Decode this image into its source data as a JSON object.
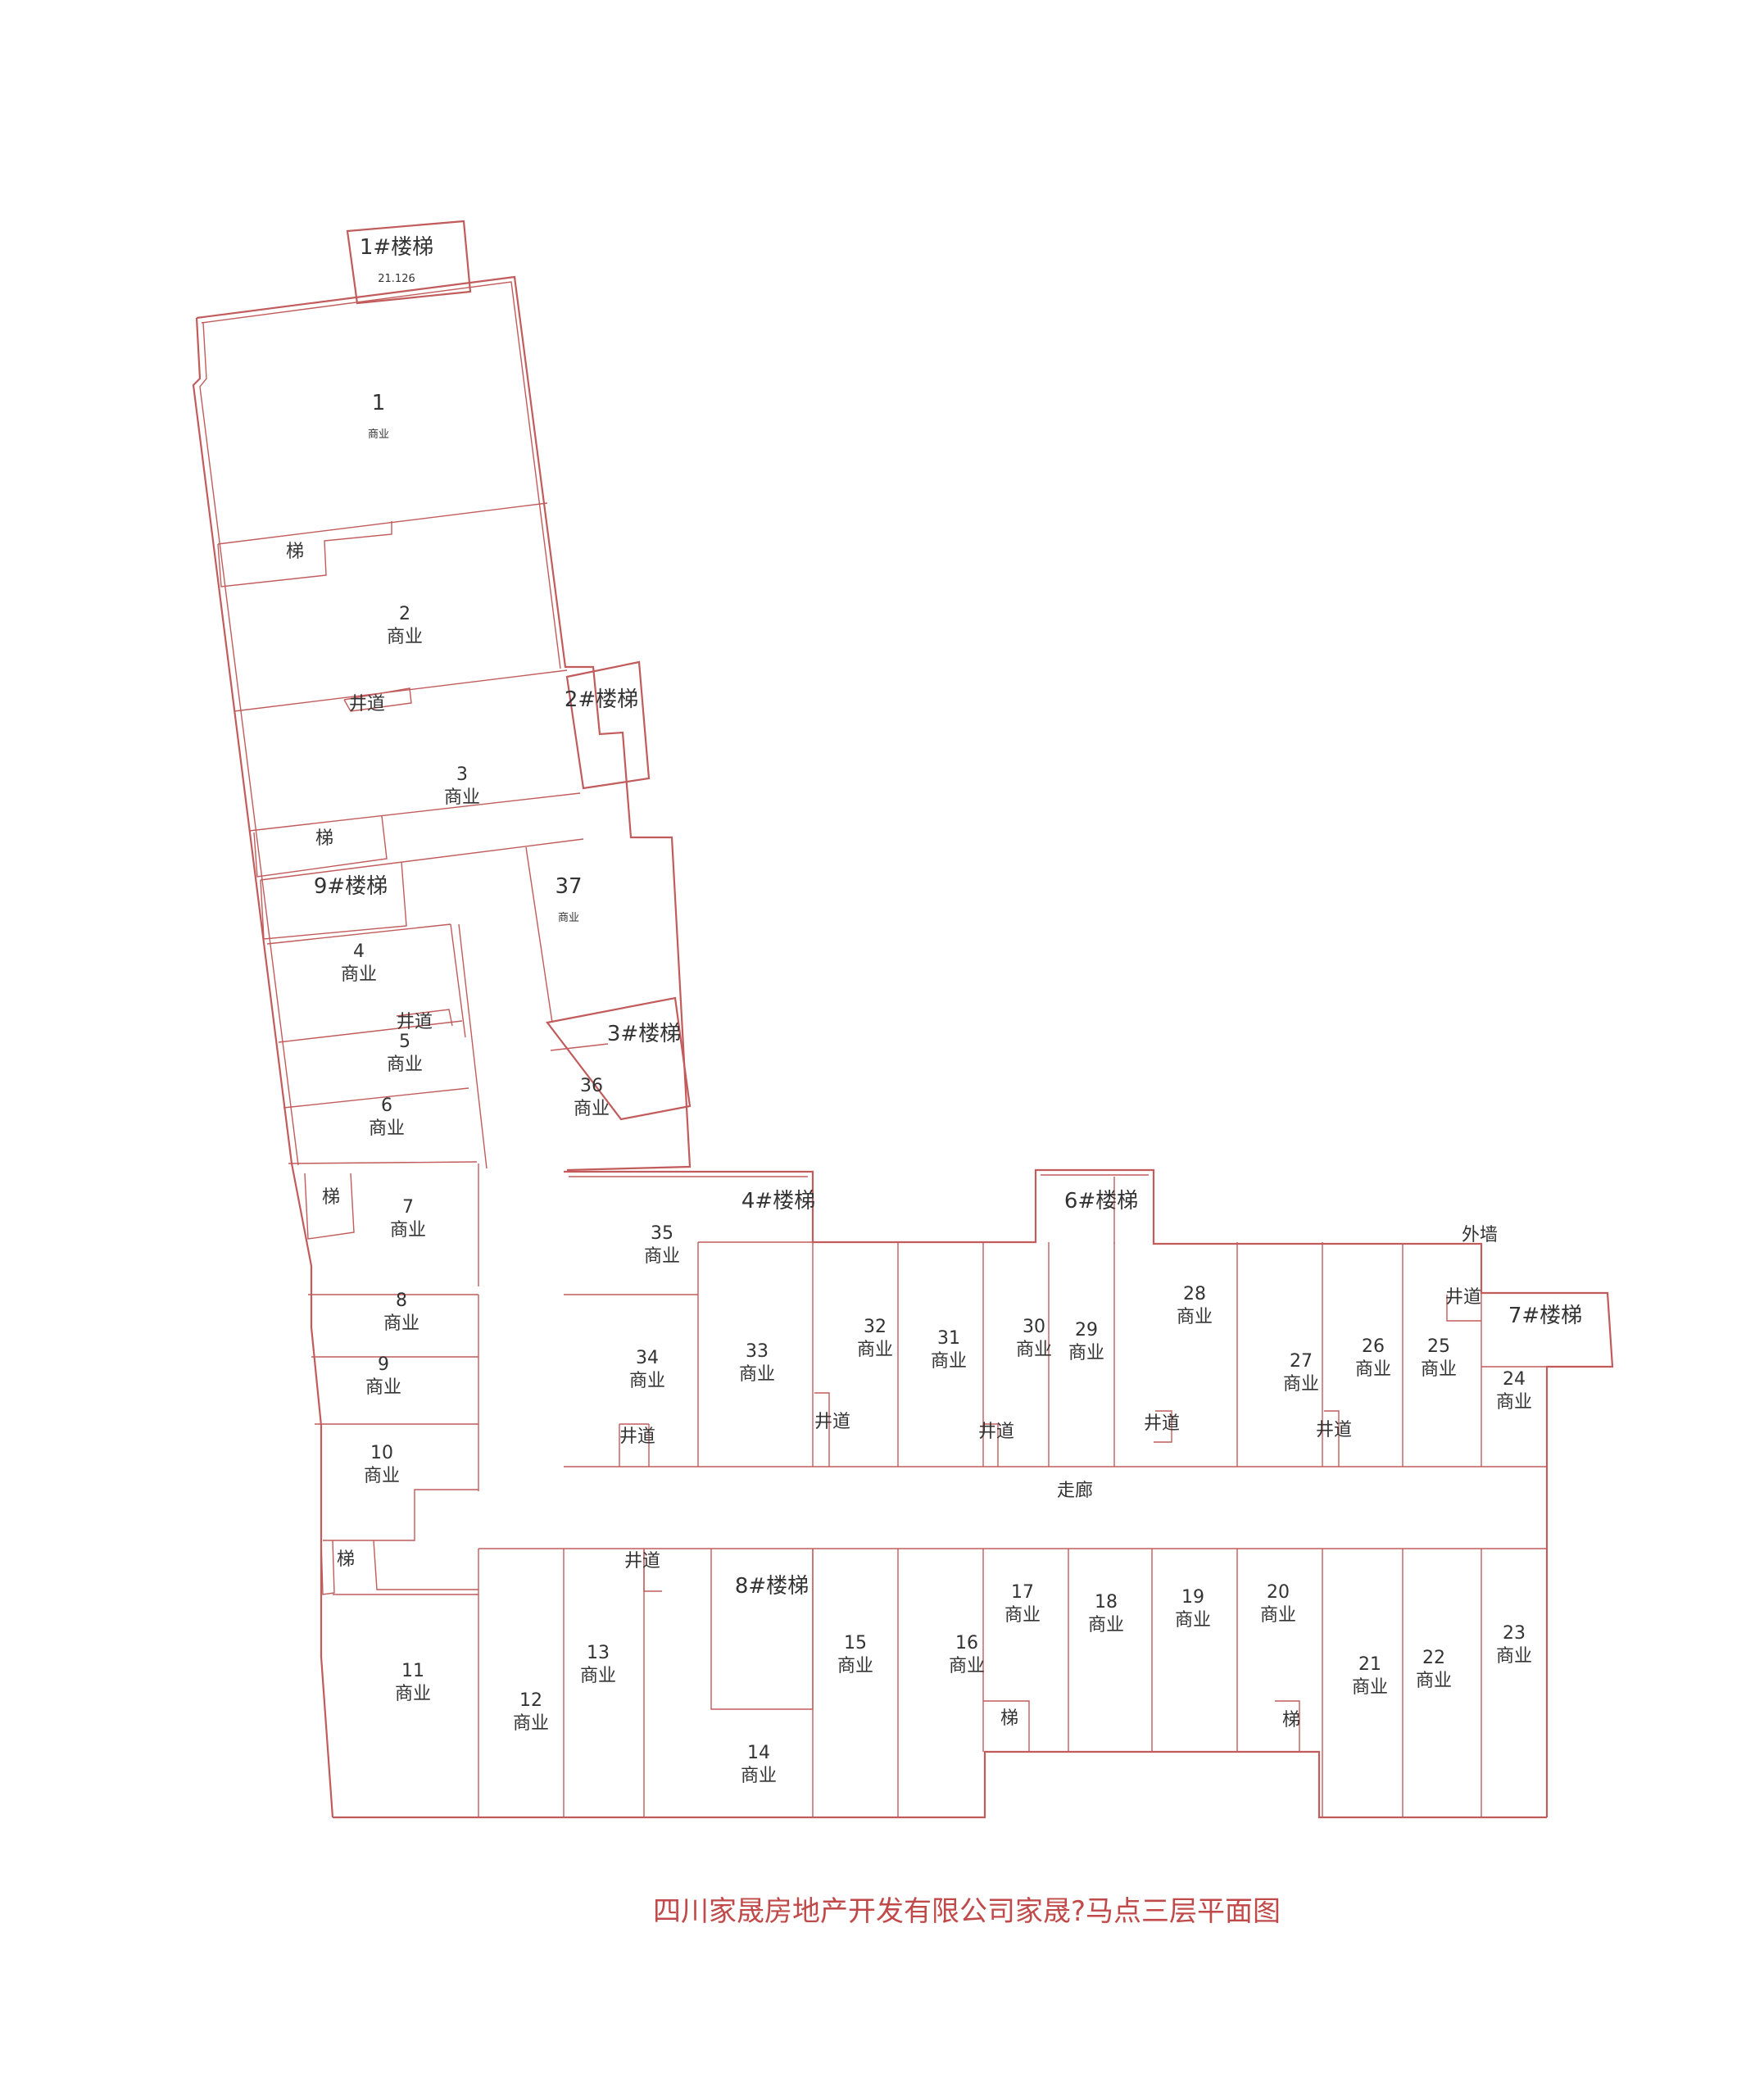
{
  "title": "四川家晟房地产开发有限公司家晟?马点三层平面图",
  "use_label": "商业",
  "stairs": [
    {
      "name": "1#楼梯",
      "code": "21.126"
    },
    {
      "name": "2#楼梯"
    },
    {
      "name": "3#楼梯"
    },
    {
      "name": "4#楼梯"
    },
    {
      "name": "6#楼梯"
    },
    {
      "name": "7#楼梯"
    },
    {
      "name": "8#楼梯"
    },
    {
      "name": "9#楼梯"
    }
  ],
  "small_stair_label": "梯",
  "shaft_label": "井道",
  "corridor_label": "走廊",
  "outer_wall_label": "外墙",
  "units": [
    "1",
    "2",
    "3",
    "4",
    "5",
    "6",
    "7",
    "8",
    "9",
    "10",
    "11",
    "12",
    "13",
    "14",
    "15",
    "16",
    "17",
    "18",
    "19",
    "20",
    "21",
    "22",
    "23",
    "24",
    "25",
    "26",
    "27",
    "28",
    "29",
    "30",
    "31",
    "32",
    "33",
    "34",
    "35",
    "36",
    "37"
  ],
  "colors": {
    "wall": "#c25b5b",
    "title": "#c04a4a",
    "text": "#333333"
  }
}
